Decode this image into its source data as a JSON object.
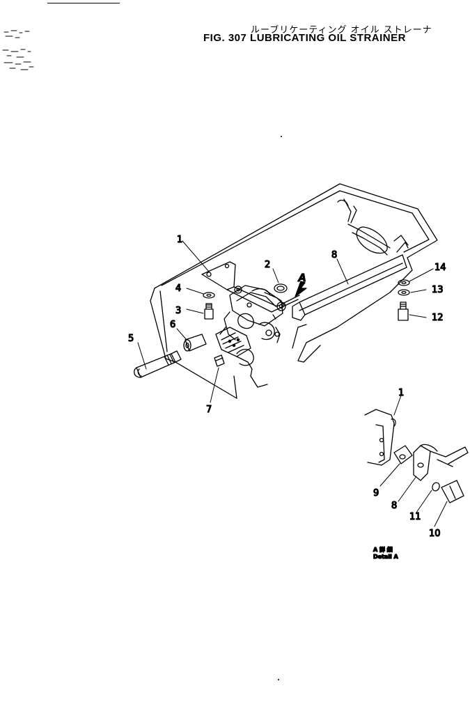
{
  "figure": {
    "title_jp": "ルーブリケーティング オイル ストレーナ",
    "title_en": "FIG. 307  LUBRICATING OIL STRAINER"
  },
  "view_arrow_label": "A",
  "callouts": [
    {
      "id": "c1",
      "text": "1"
    },
    {
      "id": "c2",
      "text": "2"
    },
    {
      "id": "c3",
      "text": "3"
    },
    {
      "id": "c4",
      "text": "4"
    },
    {
      "id": "c5",
      "text": "5"
    },
    {
      "id": "c6",
      "text": "6"
    },
    {
      "id": "c7",
      "text": "7"
    },
    {
      "id": "c8",
      "text": "8"
    },
    {
      "id": "c12",
      "text": "12"
    },
    {
      "id": "c13",
      "text": "13"
    },
    {
      "id": "c14",
      "text": "14"
    },
    {
      "id": "d1",
      "text": "1"
    },
    {
      "id": "d8",
      "text": "8"
    },
    {
      "id": "d9",
      "text": "9"
    },
    {
      "id": "d10",
      "text": "10"
    },
    {
      "id": "d11",
      "text": "11"
    }
  ],
  "detail_caption": {
    "jp": "A 詳 細",
    "en": "Detail  A"
  }
}
